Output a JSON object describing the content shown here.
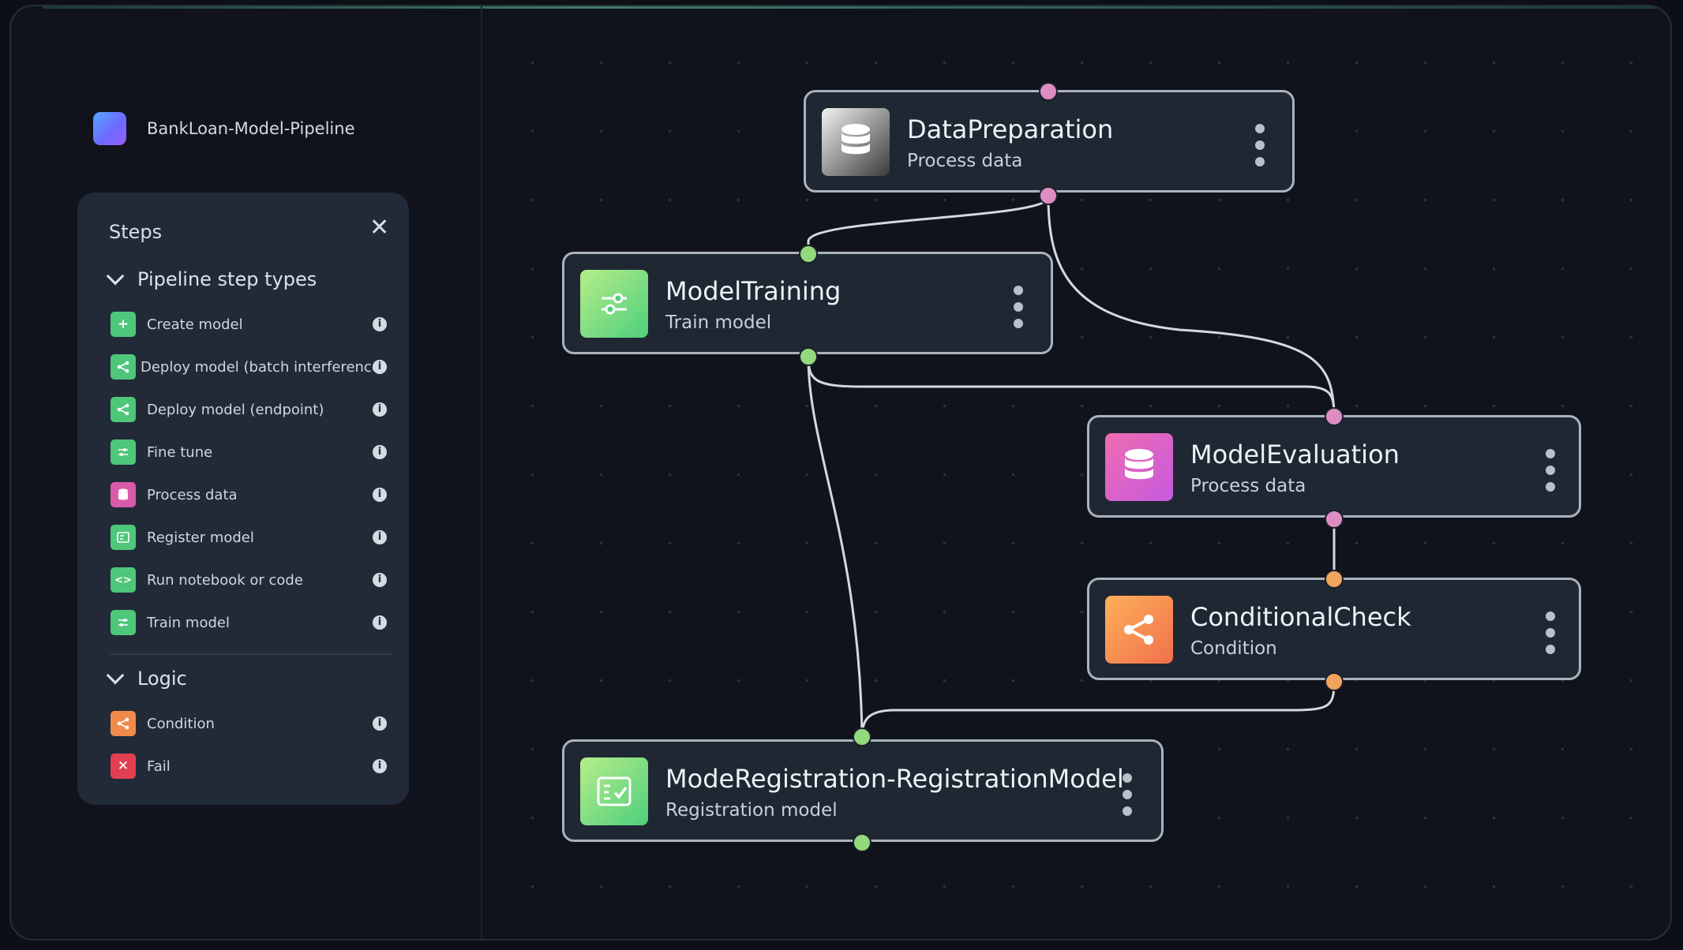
{
  "pipeline": {
    "name": "BankLoan-Model-Pipeline"
  },
  "steps_panel": {
    "title": "Steps",
    "close_symbol": "✕",
    "groups": [
      {
        "label": "Pipeline step types",
        "items": [
          {
            "label": "Create model",
            "icon": "plus-icon",
            "color": "#4fc77a"
          },
          {
            "label": "Deploy model (batch interference)",
            "icon": "share-icon",
            "color": "#4fc77a"
          },
          {
            "label": "Deploy model (endpoint)",
            "icon": "share-icon",
            "color": "#4fc77a"
          },
          {
            "label": "Fine tune",
            "icon": "sliders-icon",
            "color": "#4fc77a"
          },
          {
            "label": "Process data",
            "icon": "database-icon",
            "color": "#d95aa8"
          },
          {
            "label": "Register model",
            "icon": "checklist-icon",
            "color": "#4fc77a"
          },
          {
            "label": "Run notebook or code",
            "icon": "code-icon",
            "color": "#4fc77a"
          },
          {
            "label": "Train model",
            "icon": "sliders-icon",
            "color": "#4fc77a"
          }
        ]
      },
      {
        "label": "Logic",
        "items": [
          {
            "label": "Condition",
            "icon": "branch-icon",
            "color": "#f08a4b"
          },
          {
            "label": "Fail",
            "icon": "x-icon",
            "color": "#e0404f"
          }
        ]
      }
    ]
  },
  "nodes": [
    {
      "id": "data-preparation",
      "title": "DataPreparation",
      "subtitle": "Process data",
      "icon": "database-icon",
      "accent": "#e8e8e8"
    },
    {
      "id": "model-training",
      "title": "ModelTraining",
      "subtitle": "Train model",
      "icon": "sliders-icon",
      "accent": "#6fd87a"
    },
    {
      "id": "model-evaluation",
      "title": "ModelEvaluation",
      "subtitle": "Process data",
      "icon": "database-icon",
      "accent": "#d95aa8"
    },
    {
      "id": "conditional-check",
      "title": "ConditionalCheck",
      "subtitle": "Condition",
      "icon": "branch-icon",
      "accent": "#f08a4b"
    },
    {
      "id": "model-registration",
      "title": "ModeRegistration-RegistrationModel",
      "subtitle": "Registration model",
      "icon": "checklist-icon",
      "accent": "#6fd87a"
    }
  ]
}
